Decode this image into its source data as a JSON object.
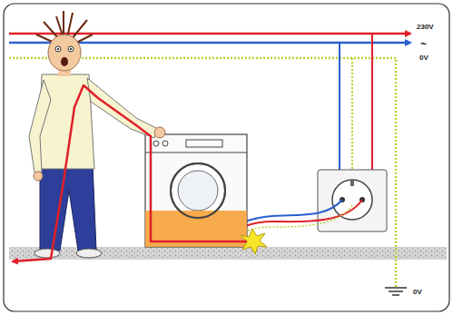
{
  "diagram": {
    "labels": [
      "230V",
      "~",
      "0V",
      "0V"
    ]
  }
}
